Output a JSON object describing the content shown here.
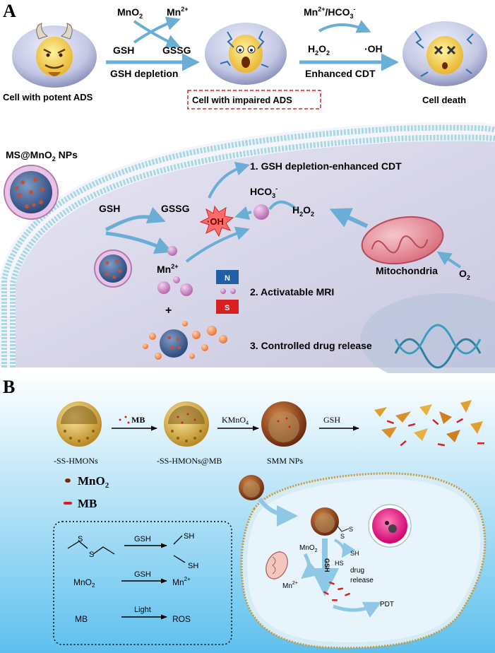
{
  "panel_a": {
    "label": "A",
    "top": {
      "mno2": "MnO",
      "mno2_sub": "2",
      "mn2plus": "Mn",
      "mn2plus_sup": "2+",
      "gsh": "GSH",
      "gssg": "GSSG",
      "gsh_depletion": "GSH  depletion",
      "mn_hco3_a": "Mn",
      "mn_hco3_sup": "2+",
      "mn_hco3_b": "/HCO",
      "mn_hco3_sub": "3",
      "mn_hco3_sup2": "-",
      "h2o2_a": "H",
      "h2o2_sub1": "2",
      "h2o2_b": "O",
      "h2o2_sub2": "2",
      "oh": "·OH",
      "enhanced_cdt": "Enhanced CDT",
      "cell1_caption": "Cell with potent ADS",
      "cell2_caption": "Cell with impaired ADS",
      "cell3_caption": "Cell death"
    },
    "cell": {
      "np_label_a": "MS@MnO",
      "np_label_sub": "2",
      "np_label_b": " NPs",
      "step1": "1. GSH depletion-enhanced CDT",
      "step2": "2. Activatable  MRI",
      "step3": "3. Controlled  drug  release",
      "gsh": "GSH",
      "gssg": "GSSG",
      "oh": "·OH",
      "hco3": "HCO",
      "hco3_sub": "3",
      "hco3_sup": "-",
      "h2o2_a": "H",
      "h2o2_sub1": "2",
      "h2o2_b": "O",
      "h2o2_sub2": "2",
      "mn": "Mn",
      "mn_sup": "2+",
      "plus": "+",
      "magnet_n": "N",
      "magnet_s": "S",
      "mitochondria": "Mitochondria",
      "o2": "O",
      "o2_sub": "2"
    }
  },
  "panel_b": {
    "label": "B",
    "np1": "-SS-HMONs",
    "np2": "-SS-HMONs@MB",
    "np3": "SMM NPs",
    "arrow1": "MB",
    "arrow2": "KMnO",
    "arrow2_sub": "4",
    "arrow3": "GSH",
    "legend_mno2": "MnO",
    "legend_mno2_sub": "2",
    "legend_mb": "MB",
    "reactions": {
      "r1_reagent": "GSH",
      "r1_sh_top": "SH",
      "r1_sh_bottom": "SH",
      "r1_s1": "S",
      "r1_s2": "S",
      "r2_left": "MnO",
      "r2_left_sub": "2",
      "r2_reagent": "GSH",
      "r2_right": "Mn",
      "r2_right_sup": "2+",
      "r3_left": "MB",
      "r3_reagent": "Light",
      "r3_right": "ROS"
    },
    "cell": {
      "mno2": "MnO",
      "mno2_sub": "2",
      "gsh": "GSH",
      "sh": "SH",
      "hs": "HS",
      "mn": "Mn",
      "mn_sup": "2+",
      "drug": "drug",
      "release": "release",
      "pdt": "PDT",
      "s1": "S",
      "s2": "S"
    }
  },
  "colors": {
    "arrow_blue": "#6aaed6",
    "cell_interior": "#d9d7ea",
    "membrane_head": "#a8d8e3",
    "panel_b_bg_top": "#ffffff",
    "panel_b_bg_bottom": "#5ec0ee",
    "red": "#d62020",
    "gold": "#c89a3a"
  },
  "icons": [
    "devil-face-icon",
    "scared-face-icon",
    "dead-face-icon",
    "mitochondrion-icon",
    "dna-icon",
    "magnet-icon",
    "nucleus-icon"
  ]
}
